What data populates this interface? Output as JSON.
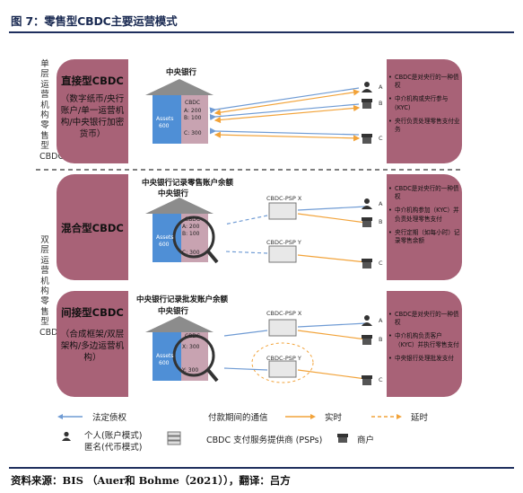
{
  "figure_title": "图 7：零售型CBDC主要运营模式",
  "source_note": "资料来源：BIS （Auer和 Bohme（2021）），翻译：吕方",
  "side_labels": {
    "single": "单层运营机构零售型CBDC",
    "double": "双层运营机构零售型CBDC"
  },
  "panels": [
    {
      "title": "直接型CBDC",
      "subtitle": "（数字纸币/央行账户/单一运营机构/中央银行加密货币）",
      "bank_caption": "中央银行",
      "assets_label": "Assets",
      "assets_value": "600",
      "ledger": [
        "CBDC",
        "A: 200",
        "B: 100",
        "C: 300"
      ],
      "users": [
        "A",
        "B",
        "C"
      ],
      "notes": [
        "CBDC是对央行的一种债权",
        "中介机构或央行参与(KYC)",
        "央行负责处理零售支付业务"
      ]
    },
    {
      "title": "混合型CBDC",
      "header": "中央银行记录零售账户余额",
      "bank_caption": "中央银行",
      "assets_label": "Assets",
      "assets_value": "600",
      "ledger": [
        "CBDC",
        "A: 200",
        "B: 100",
        "C: 300"
      ],
      "psp": [
        "CBDC-PSP X",
        "CBDC-PSP Y"
      ],
      "users": [
        "A",
        "B",
        "C"
      ],
      "notes": [
        "CBDC是对央行的一种债权",
        "中介机构参加（KYC）并负责处理零售支付",
        "央行定期（如每小时）记录零售余额"
      ]
    },
    {
      "title": "间接型CBDC",
      "subtitle": "（合成框架/双层架构/多边运营机构）",
      "header": "中央银行记录批发账户余额",
      "bank_caption": "中央银行",
      "assets_label": "Assets",
      "assets_value": "600",
      "ledger": [
        "CBDC",
        "X: 300",
        "Y: 300"
      ],
      "psp": [
        "CBDC-PSP X",
        "CBDC-PSP Y"
      ],
      "users": [
        "A",
        "B",
        "C"
      ],
      "notes": [
        "CBDC是对央行的一种债权",
        "中介机构负责客户（KYC）并执行零售支付",
        "中央银行处理批发支付"
      ]
    }
  ],
  "legend": {
    "claim": "法定债权",
    "comm": "付款期间的通信",
    "realtime": "实时",
    "delayed": "延时",
    "person_line1": "个人(账户模式)",
    "person_line2": "匿名(代币模式)",
    "psp": "CBDC 支付服务提供商 (PSPs)",
    "merchant": "商户"
  },
  "colors": {
    "frame": "#a86277",
    "bank_roof": "#8c8c8c",
    "assets": "#4f8fd6",
    "ledger": "#c8a3b1",
    "claim_arrow": "#6f9bd4",
    "realtime_arrow": "#f2a33a",
    "title_blue": "#1a2a52"
  }
}
